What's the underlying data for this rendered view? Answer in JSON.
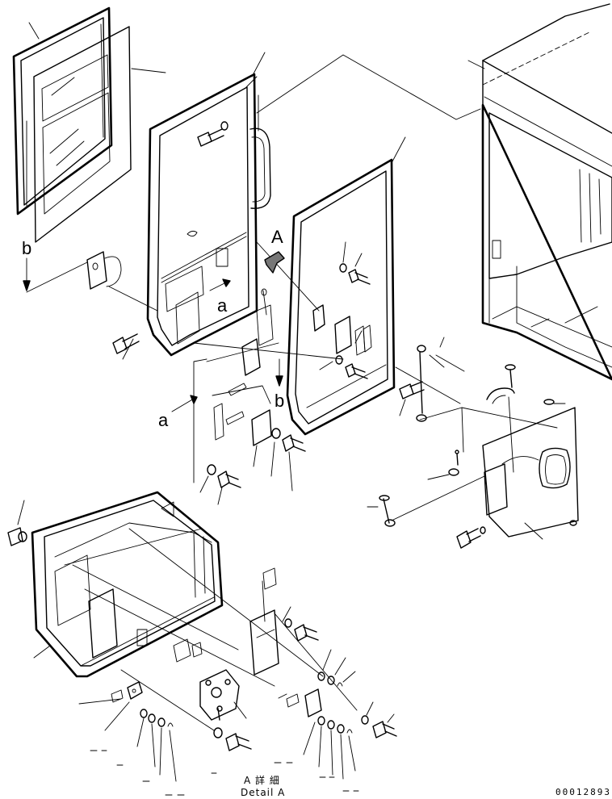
{
  "labels": {
    "view_a": "A",
    "arrow_a_small": "a",
    "arrow_a_large": "a",
    "arrow_b_left": "b",
    "arrow_b_mid": "b"
  },
  "detail": {
    "title_jp": "A 詳 細",
    "title_en": "Detail A"
  },
  "drawing_code": "00012893"
}
